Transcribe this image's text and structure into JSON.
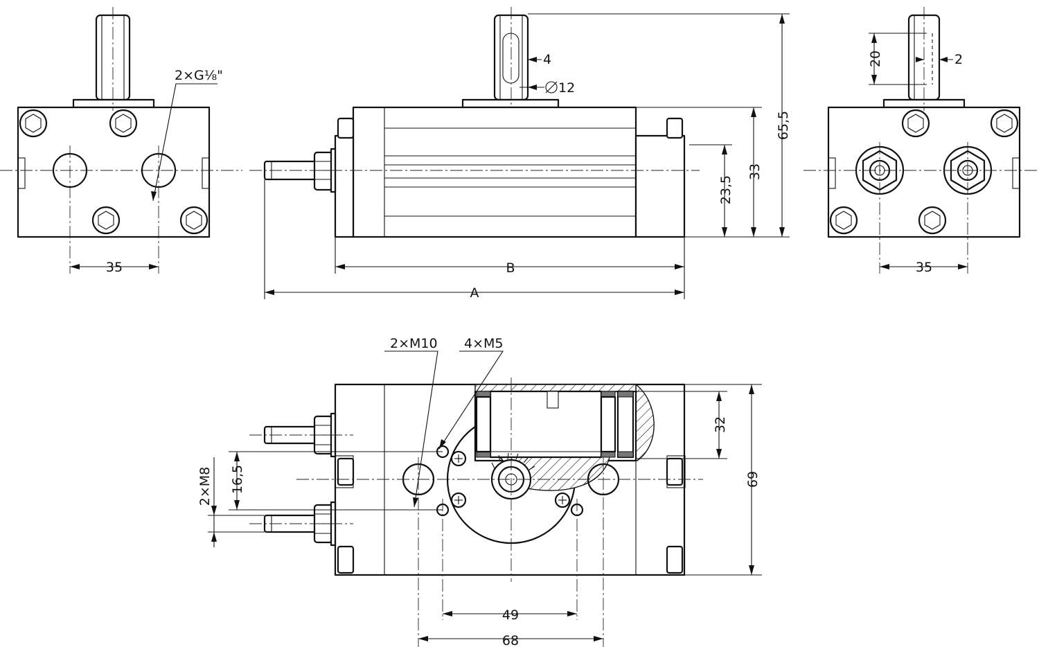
{
  "labels": {
    "port_thread": "2×G⅛\"",
    "slot_width": "4",
    "shaft_diameter": "12",
    "dim_height_total": "65,5",
    "dim_height_body": "33",
    "dim_axis_height": "23,5",
    "dim_port_spacing_left": "35",
    "dim_port_spacing_right": "35",
    "dim_length_b": "B",
    "dim_length_a": "A",
    "dim_key_length": "20",
    "dim_key_depth": "2",
    "mount_thread_large": "2×M10",
    "mount_thread_small": "4×M5",
    "dim_stud_thread": "2×M8",
    "dim_stud_spacing": "16,5",
    "dim_rack_width": "32",
    "dim_body_width": "69",
    "dim_hole_spacing_m5": "49",
    "dim_hole_spacing_m10": "68"
  },
  "colors": {
    "line": "#111111",
    "background": "#ffffff",
    "seal": "#777777"
  }
}
